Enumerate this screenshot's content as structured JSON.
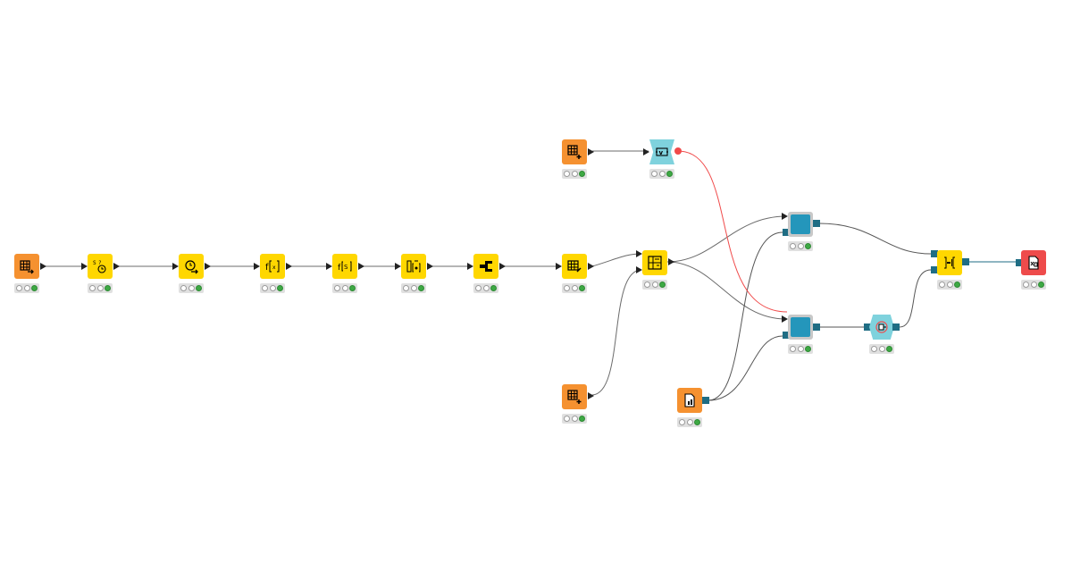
{
  "colors": {
    "source": "#f59130",
    "manipulator": "#ffd700",
    "loop": "#4fb6c8",
    "db": "#2496bb",
    "sink": "#ee4b4b",
    "connection": "#6b6b6b",
    "variable_connection": "#f04a4a",
    "db_port": "#1f6d84"
  },
  "nodes": [
    {
      "id": "n1",
      "kind": "source",
      "icon": "table-reader-icon"
    },
    {
      "id": "n2",
      "kind": "manipulator",
      "icon": "string-to-datetime-icon"
    },
    {
      "id": "n3",
      "kind": "manipulator",
      "icon": "datetime-shift-icon"
    },
    {
      "id": "n4",
      "kind": "manipulator",
      "icon": "math-formula-icon"
    },
    {
      "id": "n5",
      "kind": "manipulator",
      "icon": "string-manipulation-icon"
    },
    {
      "id": "n6",
      "kind": "manipulator",
      "icon": "column-expression-icon"
    },
    {
      "id": "n7",
      "kind": "manipulator",
      "icon": "rule-engine-icon"
    },
    {
      "id": "n8",
      "kind": "manipulator",
      "icon": "column-filter-icon"
    },
    {
      "id": "n9",
      "kind": "manipulator",
      "icon": "concatenate-icon"
    },
    {
      "id": "n10",
      "kind": "source",
      "icon": "table-creator-icon"
    },
    {
      "id": "n11",
      "kind": "loop",
      "icon": "variable-loop-start-icon"
    },
    {
      "id": "n12",
      "kind": "source",
      "icon": "table-creator-icon"
    },
    {
      "id": "n13",
      "kind": "db",
      "icon": "db-writer-icon"
    },
    {
      "id": "n14",
      "kind": "db",
      "icon": "db-writer-icon"
    },
    {
      "id": "n15",
      "kind": "source",
      "icon": "db-connector-icon"
    },
    {
      "id": "n16",
      "kind": "loop",
      "icon": "loop-end-icon"
    },
    {
      "id": "n17",
      "kind": "manipulator",
      "icon": "joiner-icon"
    },
    {
      "id": "n18",
      "kind": "sink",
      "icon": "excel-writer-icon"
    }
  ]
}
